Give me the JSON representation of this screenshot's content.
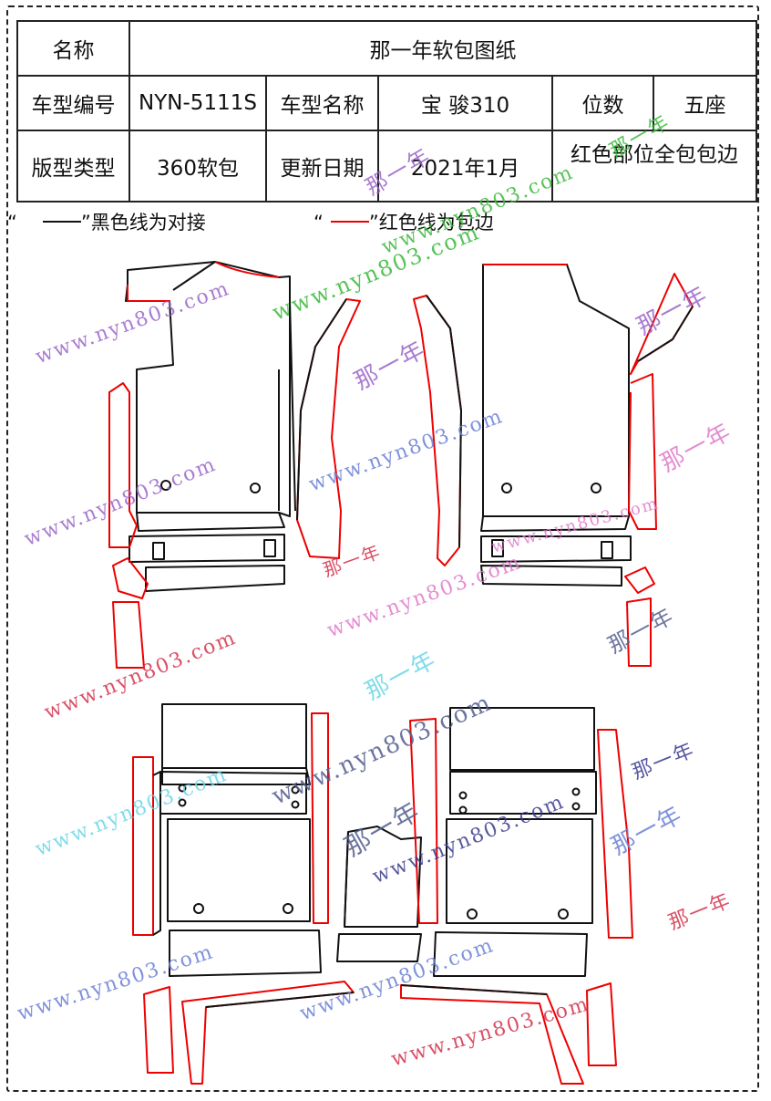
{
  "spec_table": {
    "name_label": "名称",
    "title": "那一年软包图纸",
    "model_code_label": "车型编号",
    "model_code": "NYN-5111S",
    "model_name_label": "车型名称",
    "model_name": "宝 骏310",
    "seats_label": "位数",
    "seats": "五座",
    "pattern_type_label": "版型类型",
    "pattern_type": "360软包",
    "update_label": "更新日期",
    "update_date": "2021年1月",
    "red_note": "红色部位全包包边"
  },
  "legend": {
    "black_open": "“",
    "black_text": "”黑色线为对接",
    "red_open": "“",
    "red_text": "”红色线为包边"
  },
  "colors": {
    "outline": "#111111",
    "edge_binding": "#e00000"
  },
  "watermarks": {
    "site": "www.nyn803.com",
    "brand": "那一年"
  }
}
